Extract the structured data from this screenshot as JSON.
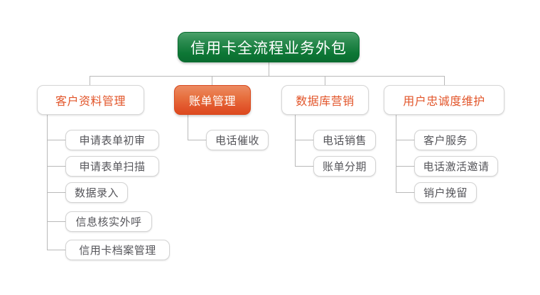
{
  "diagram": {
    "type": "org-chart",
    "title": "信用卡全流程业务外包",
    "root": {
      "label": "信用卡全流程业务外包",
      "fill": "#0d7735",
      "text_color": "#ffffff"
    },
    "branches": [
      {
        "label": "客户资料管理",
        "highlighted": false,
        "fill": "#ffffff",
        "text_color": "#e2552a",
        "children": [
          {
            "label": "申请表单初审"
          },
          {
            "label": "申请表单扫描"
          },
          {
            "label": "数据录入"
          },
          {
            "label": "信息核实外呼"
          },
          {
            "label": "信用卡档案管理"
          }
        ]
      },
      {
        "label": "账单管理",
        "highlighted": true,
        "fill": "#e1542a",
        "text_color": "#ffffff",
        "children": [
          {
            "label": "电话催收"
          }
        ]
      },
      {
        "label": "数据库营销",
        "highlighted": false,
        "fill": "#ffffff",
        "text_color": "#e2552a",
        "children": [
          {
            "label": "电话销售"
          },
          {
            "label": "账单分期"
          }
        ]
      },
      {
        "label": "用户忠诚度维护",
        "highlighted": false,
        "fill": "#ffffff",
        "text_color": "#e2552a",
        "children": [
          {
            "label": "客户服务"
          },
          {
            "label": "电话激活邀请"
          },
          {
            "label": "销户挽留"
          }
        ]
      }
    ],
    "colors": {
      "background": "#ffffff",
      "connector": "#b9b9b9",
      "node_border": "#d3d3d3",
      "leaf_text": "#55555a",
      "accent_orange": "#e2552a",
      "accent_green": "#0d7735"
    }
  }
}
